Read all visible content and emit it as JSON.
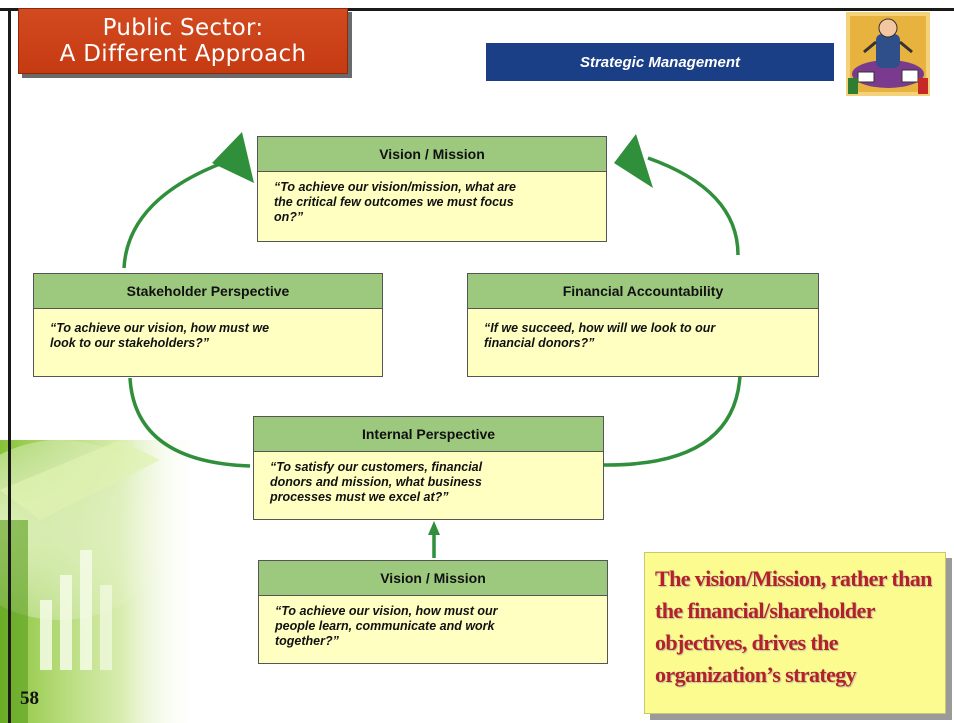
{
  "title": {
    "line1": "Public Sector:",
    "line2": "A Different Approach"
  },
  "header": {
    "label": "Strategic Management"
  },
  "nodes": {
    "vision_top": {
      "heading": "Vision / Mission",
      "text": "“To achieve our vision/mission, what are\n the critical few outcomes we must focus\non?”"
    },
    "stakeholder": {
      "heading": "Stakeholder Perspective",
      "text": "“To achieve our vision, how must  we\nlook to our stakeholders?”"
    },
    "financial": {
      "heading": "Financial Accountability",
      "text": "“If we succeed, how will we look to our\nfinancial donors?”"
    },
    "internal": {
      "heading": "Internal Perspective",
      "text": "“To satisfy our customers, financial\ndonors and mission, what business\nprocesses must we excel at?”"
    },
    "vision_bottom": {
      "heading": "Vision / Mission",
      "text": "“To achieve our vision, how must our\npeople learn, communicate and work\ntogether?”"
    }
  },
  "callout": {
    "text": "The vision/Mission, rather than the financial/shareholder objectives, drives the organization’s strategy"
  },
  "page_number": "58",
  "icons": {
    "corner": "meeting-person-icon",
    "decoration": "bar-chart-decoration"
  },
  "colors": {
    "title_bg": "#c63a12",
    "header_bg": "#1b3f87",
    "node_head": "#9dc97f",
    "node_body": "#ffffc2",
    "arrow": "#2f8f3a",
    "callout_bg": "#fbfb8f",
    "callout_text": "#b3222a"
  }
}
